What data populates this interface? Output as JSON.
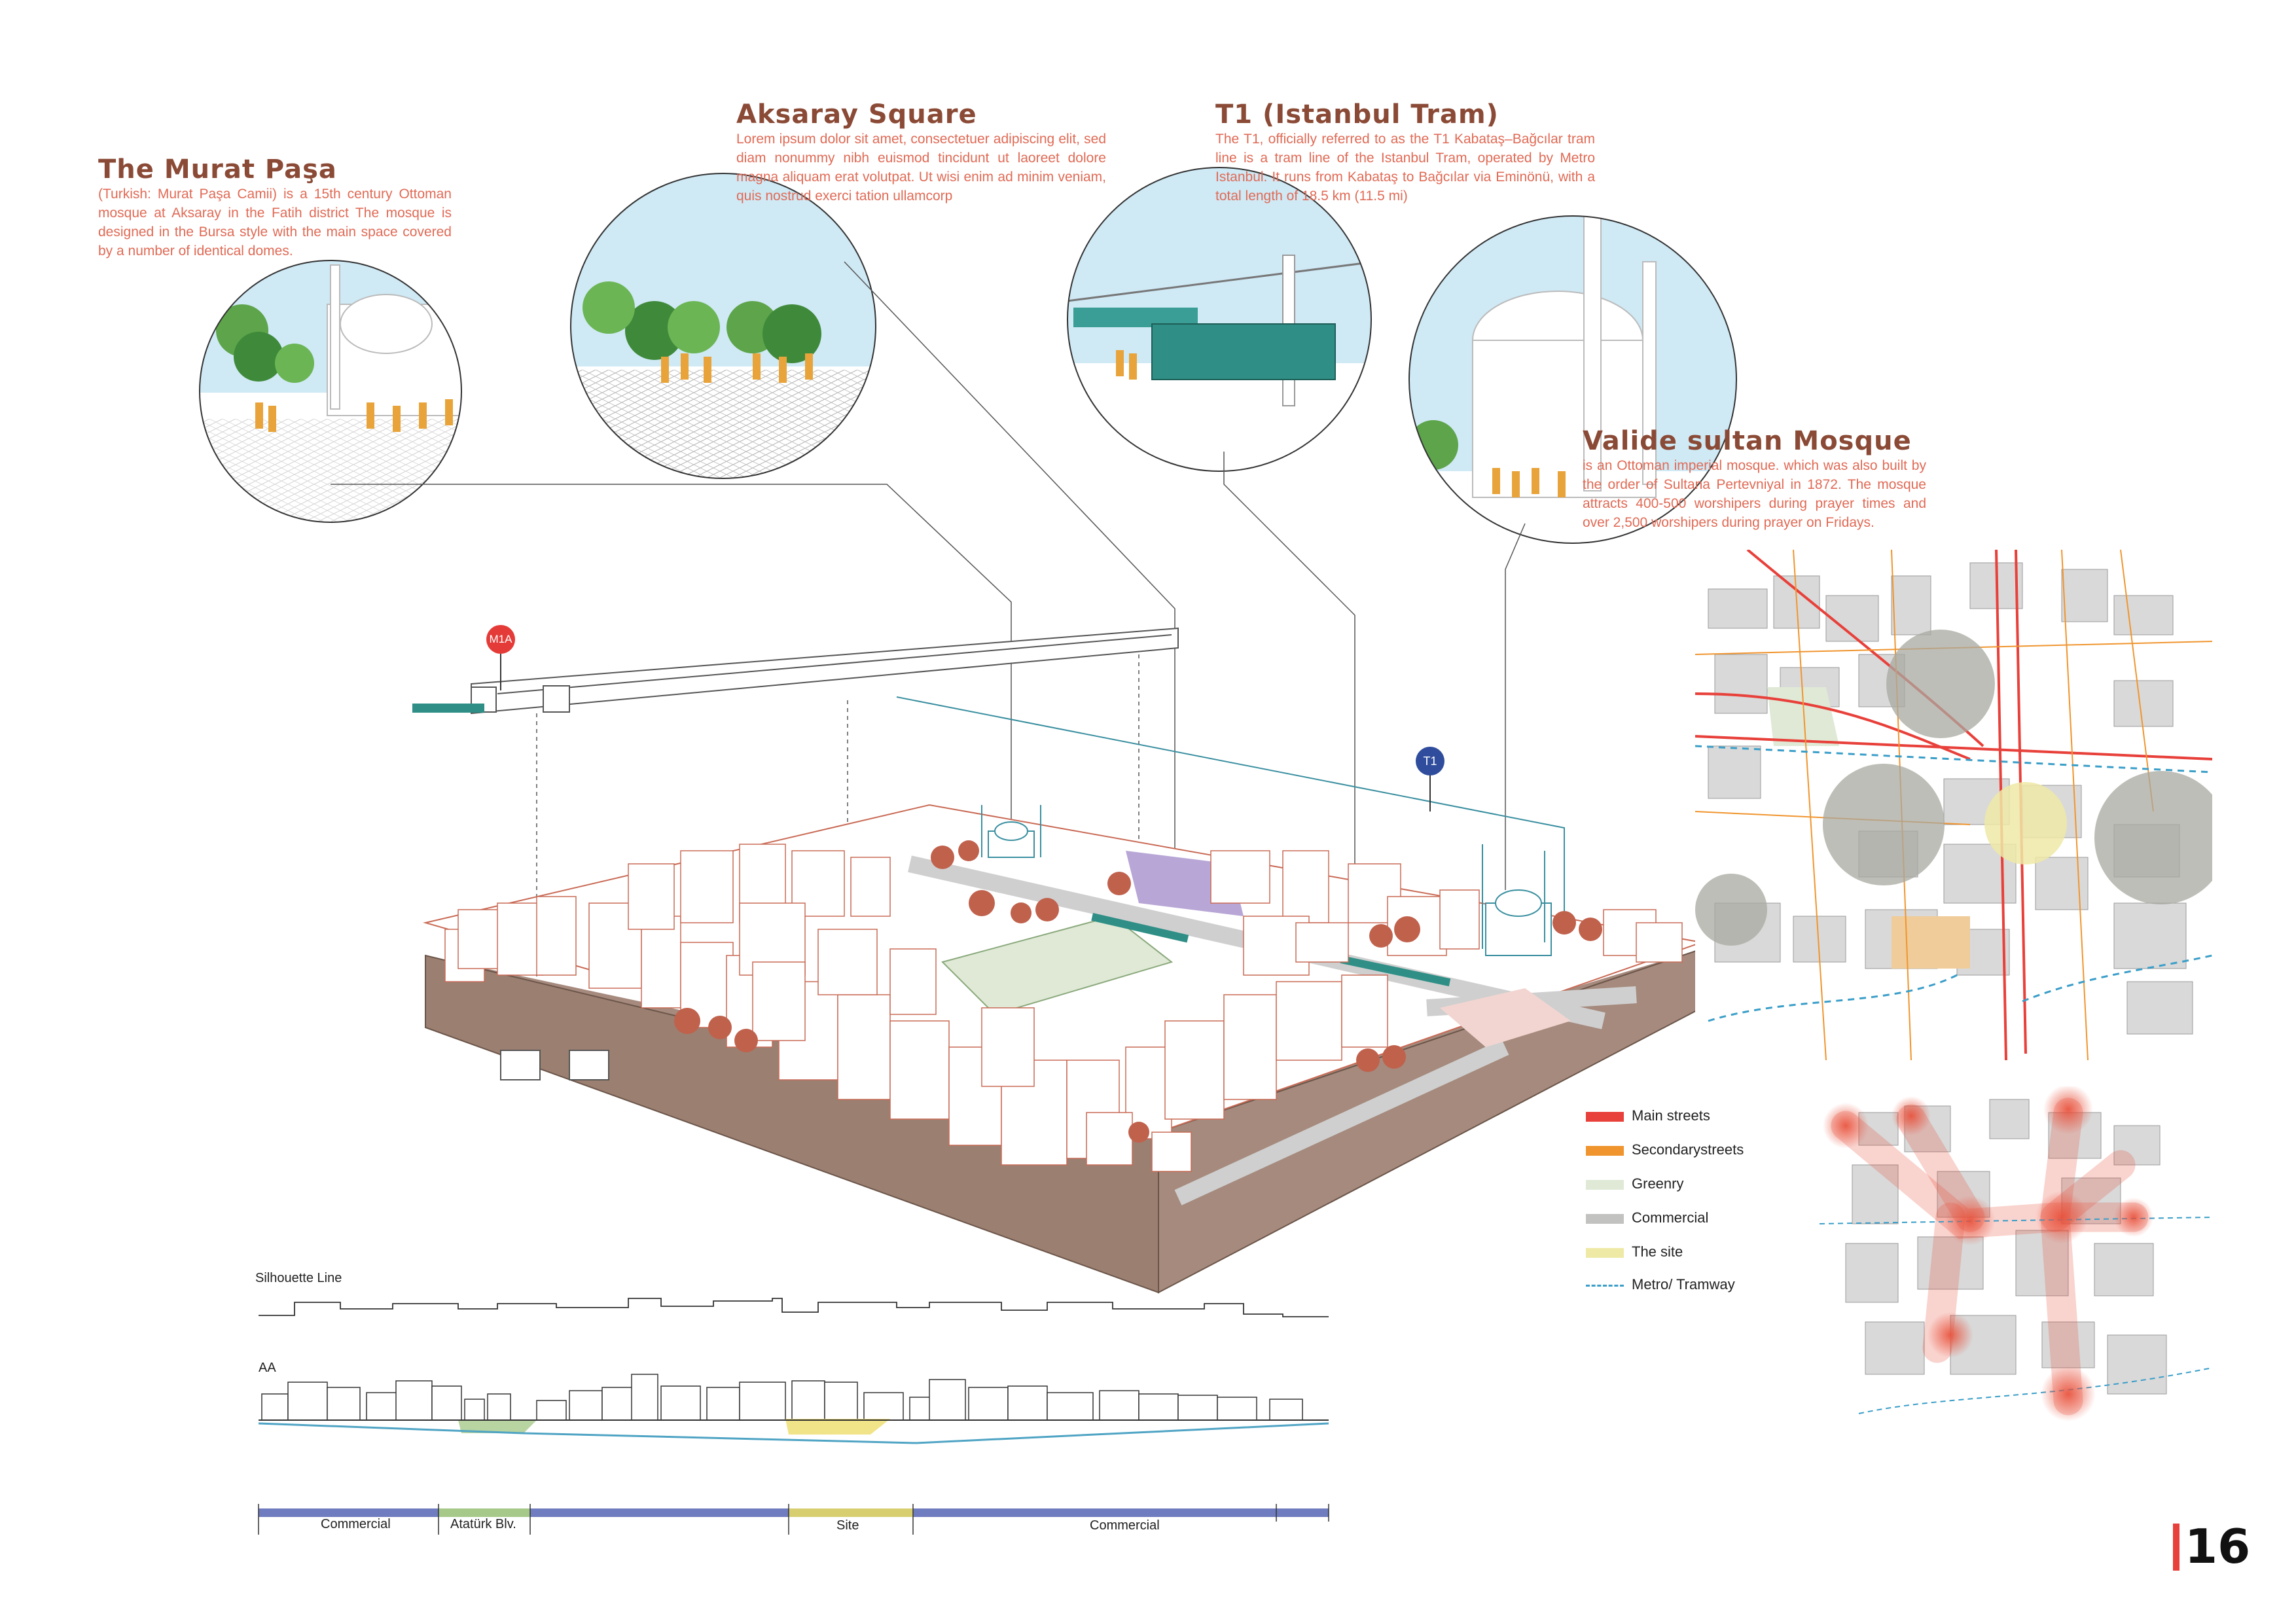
{
  "murat": {
    "title": "The Murat Paşa",
    "text": "(Turkish: Murat Paşa Camii) is a 15th century Ottoman mosque at Aksaray in the Fatih district The mosque is designed in the Bursa style with the main space covered by a number of identical domes."
  },
  "aksaray": {
    "title": "Aksaray Square",
    "text": "Lorem ipsum dolor sit amet, consectetuer adipiscing elit, sed diam nonummy nibh euismod tincidunt ut laoreet dolore magna aliquam erat volutpat. Ut wisi enim ad minim veniam, quis nostrud exerci tation ullamcorp"
  },
  "tram": {
    "title": "T1 (Istanbul Tram)",
    "text": "The T1, officially referred to as the T1 Kabataş–Bağcılar tram line is a tram line of the Istanbul Tram, operated by Metro Istanbul. It runs from Kabataş to Bağcılar via Eminönü, with a total length of 18.5 km (11.5 mi)"
  },
  "valide": {
    "title": "Valide sultan Mosque",
    "text": "is an Ottoman imperial mosque. which was also built by the order of Sultana Pertevniyal in 1872. The mosque attracts 400-500 worshipers during prayer times and over 2,500 worshipers during prayer on Fridays."
  },
  "markers": {
    "m1a": "M1A",
    "t1": "T1"
  },
  "legend": [
    {
      "label": "Main streets",
      "color": "#e8403a"
    },
    {
      "label": "Secondarystreets",
      "color": "#f0952e"
    },
    {
      "label": "Greenry",
      "color": "#dfe9d6"
    },
    {
      "label": "Commercial",
      "color": "#c2c2c0"
    },
    {
      "label": "The site",
      "color": "#efe9a6"
    },
    {
      "label": "Metro/ Tramway",
      "color": "#3a9ec8"
    }
  ],
  "section": {
    "silhouette_label": "Silhouette Line",
    "aa_label": "AA",
    "segments": [
      {
        "label": "Commercial",
        "color": "#6f7cbf"
      },
      {
        "label": "Atatürk Blv.",
        "color": "#a6c98a"
      },
      {
        "label": "",
        "color": "#6f7cbf"
      },
      {
        "label": "Site",
        "color": "#d7cf6f"
      },
      {
        "label": "Commercial",
        "color": "#6f7cbf"
      },
      {
        "label": "",
        "color": "#6f7cbf"
      }
    ]
  },
  "page_number": "16"
}
